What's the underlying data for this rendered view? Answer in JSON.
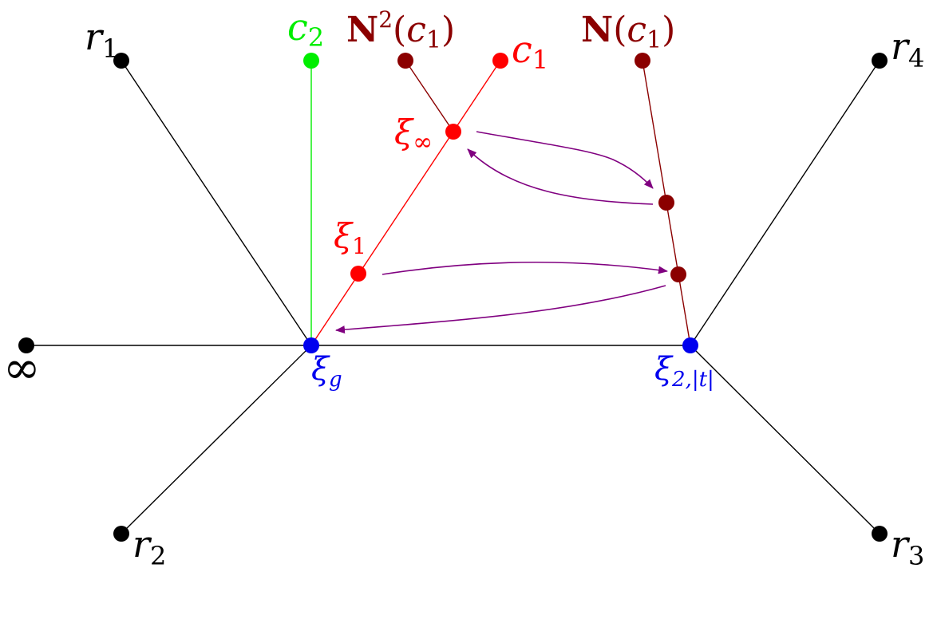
{
  "colors": {
    "black": "#000000",
    "green": "#00ee00",
    "red": "#ff0000",
    "dark_red": "#8b0000",
    "blue": "#0000ee",
    "purple": "#800080"
  },
  "labels": {
    "r1": {
      "base": "r",
      "sub": "1"
    },
    "r2": {
      "base": "r",
      "sub": "2"
    },
    "r3": {
      "base": "r",
      "sub": "3"
    },
    "r4": {
      "base": "r",
      "sub": "4"
    },
    "c1": {
      "base": "c",
      "sub": "1"
    },
    "c2": {
      "base": "c",
      "sub": "2"
    },
    "infinity": "∞",
    "n2c1": {
      "N": "N",
      "sup": "2",
      "open": "(",
      "base": "c",
      "sub": "1",
      "close": ")"
    },
    "nc1": {
      "N": "N",
      "open": "(",
      "base": "c",
      "sub": "1",
      "close": ")"
    },
    "xi_inf": {
      "base": "ξ",
      "sub": "∞"
    },
    "xi_1": {
      "base": "ξ",
      "sub": "1"
    },
    "xi_g": {
      "base": "ξ",
      "sub": "g"
    },
    "xi_2t": {
      "base": "ξ",
      "sub": "2,|t|"
    }
  }
}
